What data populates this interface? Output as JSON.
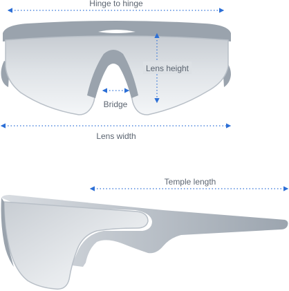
{
  "labels": {
    "hinge_to_hinge": "Hinge to hinge",
    "lens_height": "Lens height",
    "bridge": "Bridge",
    "lens_width": "Lens width",
    "temple_length": "Temple length"
  },
  "colors": {
    "frame": "#9aa3ad",
    "lens_light": "#f3f5f7",
    "lens_dark": "#c9ced4",
    "arrow": "#2c6fd6",
    "text": "#5b6470"
  }
}
